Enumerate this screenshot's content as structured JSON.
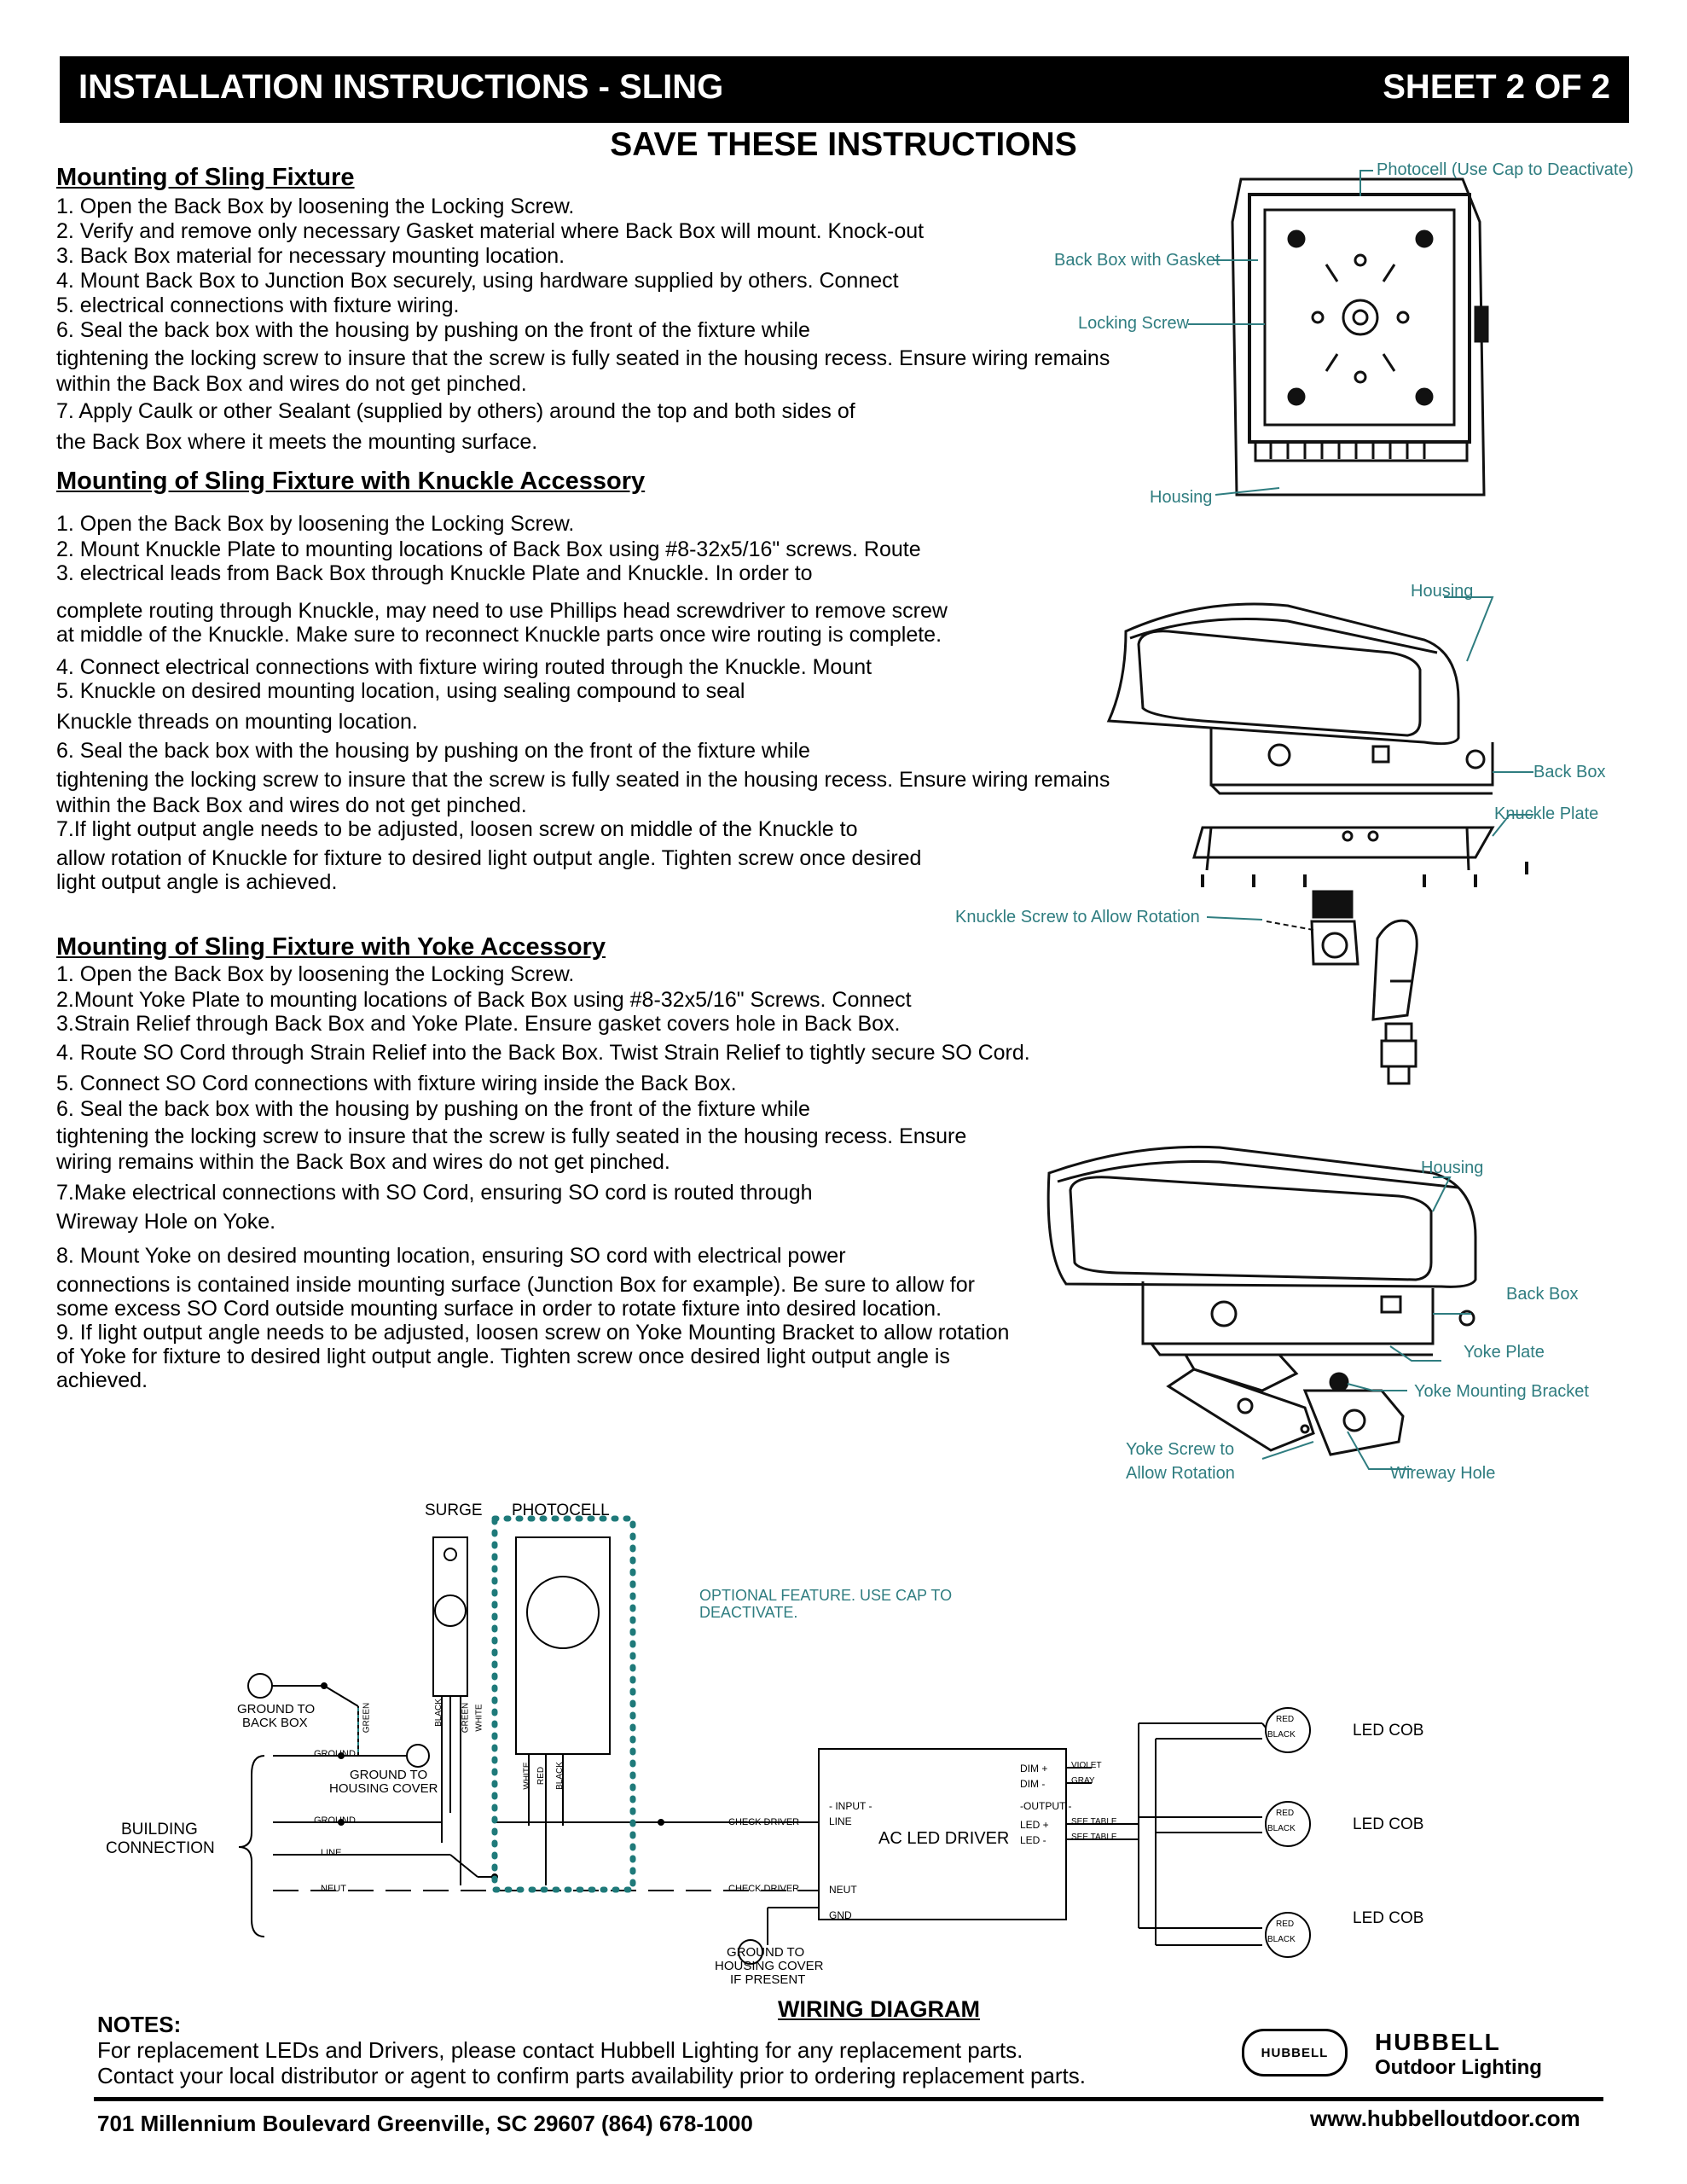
{
  "header": {
    "title": "INSTALLATION INSTRUCTIONS - SLING",
    "sheet": "SHEET 2 OF 2"
  },
  "save_heading": "SAVE THESE INSTRUCTIONS",
  "section1": {
    "title": "Mounting of Sling Fixture",
    "lines": [
      "1.  Open the Back Box by loosening the Locking Screw.",
      "2.  Verify and remove only necessary Gasket material where Back Box will mount.  Knock-out",
      "3. Back Box material for necessary mounting location.",
      "4.  Mount Back Box to Junction Box securely, using hardware supplied by others.  Connect",
      "5. electrical connections with fixture wiring.",
      "6. Seal the back box with the housing by pushing on the front of the fixture while",
      "tightening the locking screw to insure that the screw is fully seated in the housing recess. Ensure wiring remains",
      "within the Back Box and wires do not get pinched.",
      "7.  Apply Caulk or other Sealant (supplied by others) around the top and both sides of",
      "the Back Box where it meets the mounting surface."
    ]
  },
  "section2": {
    "title": "Mounting of Sling Fixture with Knuckle Accessory",
    "lines": [
      "1.  Open the Back Box by loosening the Locking Screw.",
      "2.  Mount Knuckle Plate to mounting locations of Back Box using #8-32x5/16\" screws. Route",
      "3.  electrical leads from Back Box through Knuckle Plate and Knuckle. In order to",
      "complete routing through Knuckle, may need to use Phillips head screwdriver to remove screw",
      "at middle of the Knuckle. Make sure to reconnect Knuckle parts once wire routing is complete.",
      "4.  Connect electrical connections with fixture wiring routed through the Knuckle. Mount",
      "5.  Knuckle on desired mounting location, using sealing compound to seal",
      "Knuckle threads on mounting location.",
      "6.  Seal the back box with the housing by pushing on the front of the fixture while",
      "tightening the locking screw to insure that the screw is fully seated in the housing recess. Ensure wiring remains",
      "within the Back Box and wires do not get pinched.",
      "7.If light output angle needs to be adjusted, loosen screw on middle of the Knuckle to",
      "allow rotation of Knuckle for fixture to desired light output angle. Tighten screw once desired",
      "light output angle is achieved."
    ]
  },
  "section3": {
    "title": "Mounting of Sling Fixture with Yoke Accessory",
    "lines": [
      "1.  Open the Back Box by loosening the Locking Screw.",
      "2.Mount Yoke Plate to mounting locations of Back Box using #8-32x5/16\" Screws.  Connect",
      "3.Strain Relief through Back Box and Yoke Plate. Ensure gasket covers hole in Back Box.",
      "4.  Route SO Cord through Strain Relief into the Back Box. Twist Strain Relief to tightly secure SO Cord.",
      "5.  Connect SO Cord connections with fixture wiring inside the Back Box.",
      "6.  Seal the back box with the housing by pushing on the front of the fixture while",
      "tightening the locking screw to insure that the screw is fully seated in the housing recess. Ensure",
      "wiring remains within the Back Box and wires do not get pinched.",
      "7.Make electrical connections with SO Cord, ensuring SO cord is routed through",
      "Wireway Hole on Yoke.",
      "8.  Mount Yoke on desired mounting location, ensuring SO cord with electrical power",
      "connections is contained inside mounting surface (Junction Box for example). Be sure to allow for",
      "some excess SO Cord outside mounting surface in order to rotate fixture into desired location.",
      "9. If light output angle needs to be adjusted, loosen screw on Yoke Mounting Bracket to allow rotation",
      "of Yoke for fixture to desired light output angle. Tighten screw once desired light output angle is",
      "achieved."
    ]
  },
  "figure1": {
    "photocell": "Photocell (Use Cap to Deactivate)",
    "back_box": "Back Box with Gasket",
    "locking_screw": "Locking Screw",
    "housing": "Housing"
  },
  "figure2": {
    "housing": "Housing",
    "back_box": "Back Box",
    "knuckle_plate": "Knuckle Plate",
    "knuckle_screw": "Knuckle Screw to Allow Rotation"
  },
  "figure3": {
    "housing": "Housing",
    "back_box": "Back Box",
    "yoke_plate": "Yoke Plate",
    "yoke_bracket": "Yoke Mounting Bracket",
    "yoke_screw_1": "Yoke Screw to",
    "yoke_screw_2": "Allow Rotation",
    "wireway": "Wireway Hole"
  },
  "wiring": {
    "surge": "SURGE",
    "photocell": "PHOTOCELL",
    "optional_1": "OPTIONAL FEATURE. USE CAP TO",
    "optional_2": "DEACTIVATE.",
    "ground_back_box_1": "GROUND TO",
    "ground_back_box_2": "BACK BOX",
    "ground_housing_1": "GROUND TO",
    "ground_housing_2": "HOUSING COVER",
    "building_1": "BUILDING",
    "building_2": "CONNECTION",
    "ground": "GROUND",
    "line": "LINE",
    "neut": "NEUT",
    "green": "GREEN",
    "black": "BLACK",
    "white": "WHITE",
    "red": "RED",
    "check_driver": "CHECK DRIVER",
    "input": "- INPUT -",
    "output": "-OUTPUT -",
    "driver_line": "LINE",
    "driver_neut": "NEUT",
    "gnd": "GND",
    "dim_plus": "DIM +",
    "dim_minus": "DIM -",
    "led_plus": "LED +",
    "led_minus": "LED -",
    "violet": "VIOLET",
    "gray": "GRAY",
    "see_table": "SEE TABLE",
    "driver": "AC LED DRIVER",
    "led_cob": "LED COB",
    "red_w": "RED",
    "black_w": "BLACK",
    "ground_if_1": "GROUND TO",
    "ground_if_2": "HOUSING COVER",
    "ground_if_3": "IF PRESENT",
    "title": "WIRING DIAGRAM"
  },
  "notes": {
    "heading": "NOTES:",
    "line1": "For replacement LEDs and Drivers, please contact Hubbell Lighting for any replacement parts.",
    "line2": "Contact your local distributor or agent to confirm parts availability prior to ordering replacement parts."
  },
  "logo": {
    "badge": "HUBBELL",
    "name": "HUBBELL",
    "sub": "Outdoor Lighting"
  },
  "footer": {
    "address": "701 Millennium Boulevard Greenville, SC 29607 (864) 678-1000",
    "url": "www.hubbelloutdoor.com"
  },
  "colors": {
    "accent": "#2f7d80",
    "dotted_box": "#1f7a7a"
  }
}
